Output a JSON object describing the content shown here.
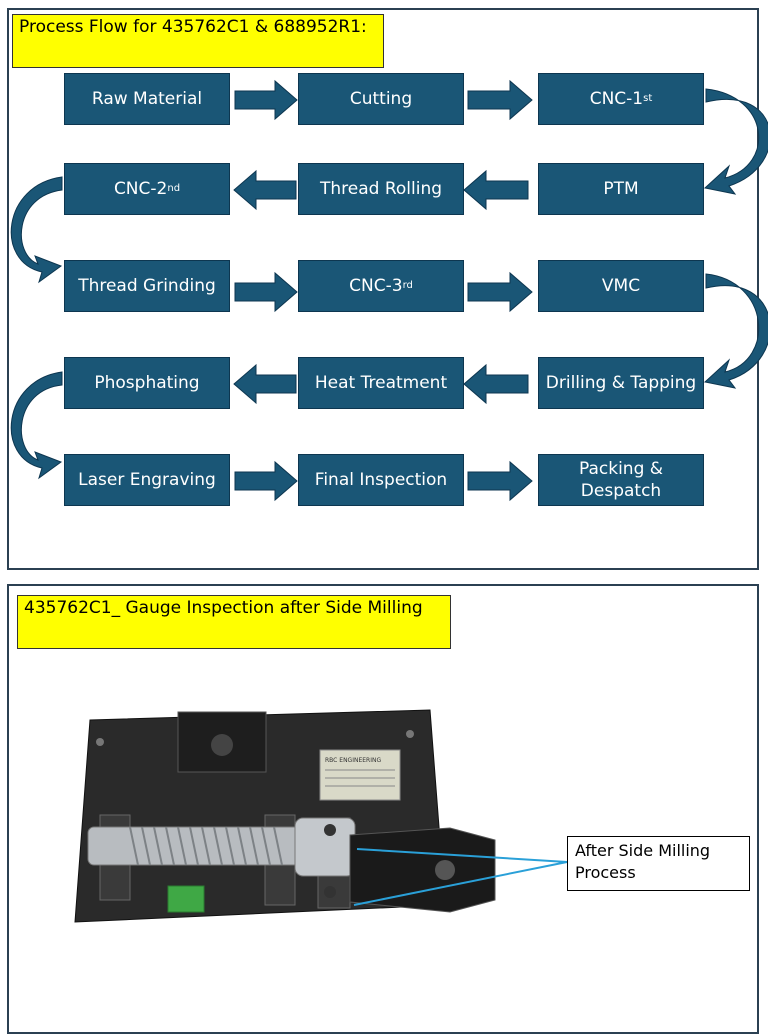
{
  "slide1": {
    "title": "Process Flow for 435762C1 & 688952R1:",
    "steps": [
      {
        "label": "Raw Material"
      },
      {
        "label": "Cutting"
      },
      {
        "label": "CNC-1",
        "sup": "st"
      },
      {
        "label": "PTM"
      },
      {
        "label": "Thread Rolling"
      },
      {
        "label": "CNC-2",
        "sup": "nd"
      },
      {
        "label": "Thread Grinding"
      },
      {
        "label": "CNC-3",
        "sup": "rd"
      },
      {
        "label": "VMC"
      },
      {
        "label": "Drilling & Tapping"
      },
      {
        "label": "Heat Treatment"
      },
      {
        "label": "Phosphating"
      },
      {
        "label": "Laser Engraving"
      },
      {
        "label": "Final Inspection"
      },
      {
        "label": "Packing & Despatch"
      }
    ],
    "colors": {
      "box": "#1a5676",
      "box_border": "#0d3650",
      "title_bg": "#ffff00"
    }
  },
  "slide2": {
    "title": "435762C1_ Gauge Inspection  after Side Milling",
    "callout": "After Side Milling Process",
    "gauge_plate_text": "RBC ENGINEERING",
    "colors": {
      "plate": "#2a2a2a",
      "leader": "#2aa0d8"
    }
  }
}
